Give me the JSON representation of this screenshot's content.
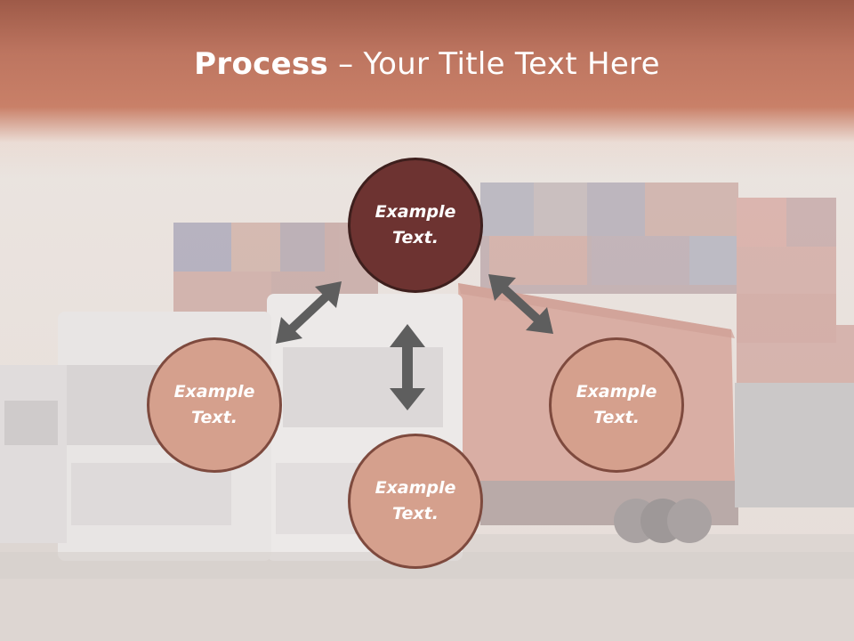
{
  "slide": {
    "title_bold": "Process",
    "title_dash": " – ",
    "title_rest": "Your Title Text Here"
  },
  "diagram": {
    "center": {
      "text": "Example Text."
    },
    "left": {
      "text": "Example Text."
    },
    "right": {
      "text": "Example Text."
    },
    "bottom": {
      "text": "Example Text."
    }
  },
  "colors": {
    "header": "#c27a63",
    "center_node": "#6d3331",
    "satellite_node": "#d5a08d",
    "arrow": "#5e5e5e"
  }
}
